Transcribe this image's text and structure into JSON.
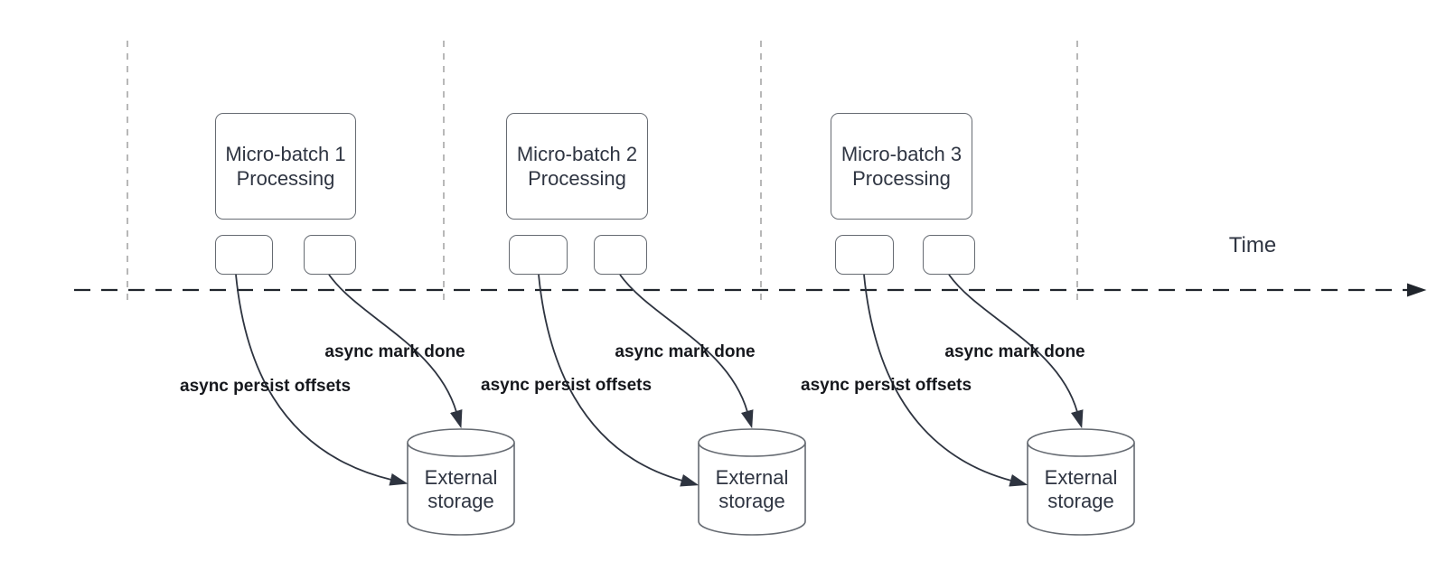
{
  "time_axis": {
    "label": "Time"
  },
  "groups": [
    {
      "process_label": "Micro-batch 1\nProcessing",
      "persist_arrow_label": "async persist offsets",
      "done_arrow_label": "async mark done",
      "storage_label": "External\nstorage"
    },
    {
      "process_label": "Micro-batch 2\nProcessing",
      "persist_arrow_label": "async persist offsets",
      "done_arrow_label": "async mark done",
      "storage_label": "External\nstorage"
    },
    {
      "process_label": "Micro-batch 3\nProcessing",
      "persist_arrow_label": "async persist offsets",
      "done_arrow_label": "async mark done",
      "storage_label": "External\nstorage"
    }
  ],
  "colors": {
    "background": "#ffffff",
    "timeline_axis": "#20252c",
    "guide_line": "#a6a6a6",
    "connector": "#2e3440",
    "shape_border": "#666b72",
    "text_primary": "#2f3542",
    "label_text": "#16181d"
  }
}
